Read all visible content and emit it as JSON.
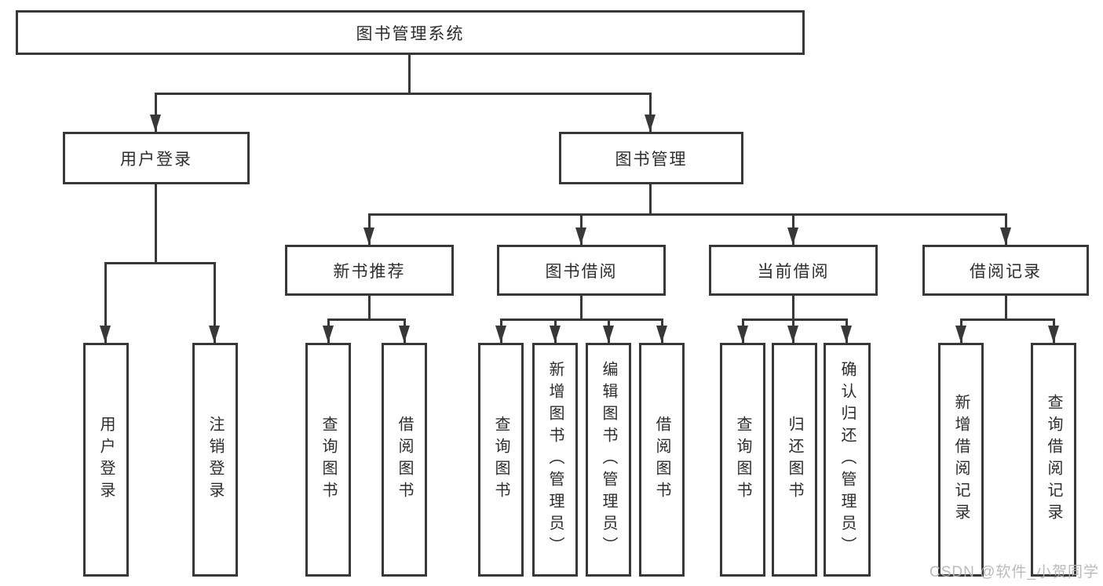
{
  "diagram": {
    "root": {
      "label": "图书管理系统"
    },
    "level1": [
      {
        "label": "用户登录"
      },
      {
        "label": "图书管理"
      }
    ],
    "level2": [
      {
        "label": "新书推荐"
      },
      {
        "label": "图书借阅"
      },
      {
        "label": "当前借阅"
      },
      {
        "label": "借阅记录"
      }
    ],
    "leaves": {
      "user_login": [
        "用户登录",
        "注销登录"
      ],
      "new_book_recommend": [
        "查询图书",
        "借阅图书"
      ],
      "book_borrow": [
        "查询图书",
        "新增图书（管理员）",
        "编辑图书（管理员）",
        "借阅图书"
      ],
      "current_borrow": [
        "查询图书",
        "归还图书",
        "确认归还（管理员）"
      ],
      "borrow_records": [
        "新增借阅记录",
        "查询借阅记录"
      ]
    }
  },
  "watermark": {
    "text": "CSDN @软件_小贺同学"
  },
  "colors": {
    "line": "#383838",
    "text": "#2d2d2d",
    "watermark": "#b3b3b3",
    "background": "#ffffff"
  }
}
